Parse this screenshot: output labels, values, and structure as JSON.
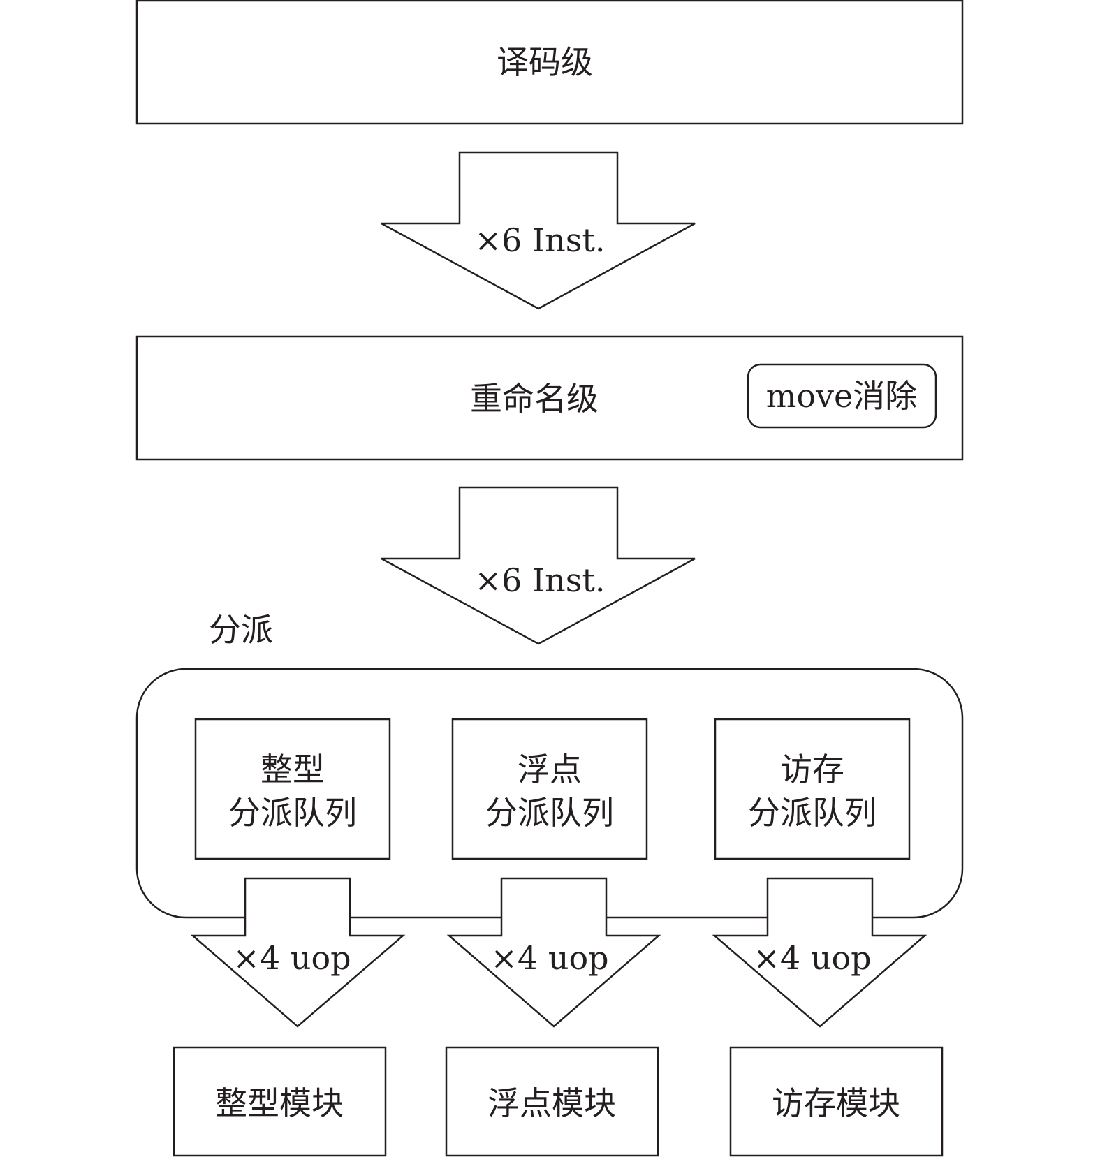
{
  "decode_stage": "译码级",
  "arrow1_label": "×6 Inst.",
  "rename_stage": "重命名级",
  "move_elim": "move消除",
  "arrow2_label": "×6 Inst.",
  "dispatch_label": "分派",
  "queues": [
    {
      "line1": "整型",
      "line2": "分派队列"
    },
    {
      "line1": "浮点",
      "line2": "分派队列"
    },
    {
      "line1": "访存",
      "line2": "分派队列"
    }
  ],
  "uop_labels": [
    "×4 uop",
    "×4 uop",
    "×4 uop"
  ],
  "modules": [
    "整型模块",
    "浮点模块",
    "访存模块"
  ]
}
